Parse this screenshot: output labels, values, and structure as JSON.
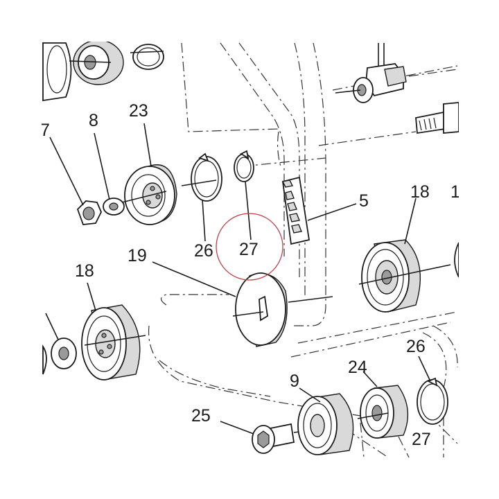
{
  "diagram": {
    "callouts": [
      {
        "id": "c7",
        "text": "7"
      },
      {
        "id": "c8",
        "text": "8"
      },
      {
        "id": "c23",
        "text": "23"
      },
      {
        "id": "c26a",
        "text": "26"
      },
      {
        "id": "c27a",
        "text": "27"
      },
      {
        "id": "c5",
        "text": "5"
      },
      {
        "id": "c18a",
        "text": "18"
      },
      {
        "id": "c1",
        "text": "1"
      },
      {
        "id": "c19",
        "text": "19"
      },
      {
        "id": "c18b",
        "text": "18"
      },
      {
        "id": "c9",
        "text": "9"
      },
      {
        "id": "c24",
        "text": "24"
      },
      {
        "id": "c26b",
        "text": "26"
      },
      {
        "id": "c25",
        "text": "25"
      },
      {
        "id": "c27b",
        "text": "27"
      }
    ],
    "highlight_color": "#c0404a"
  }
}
